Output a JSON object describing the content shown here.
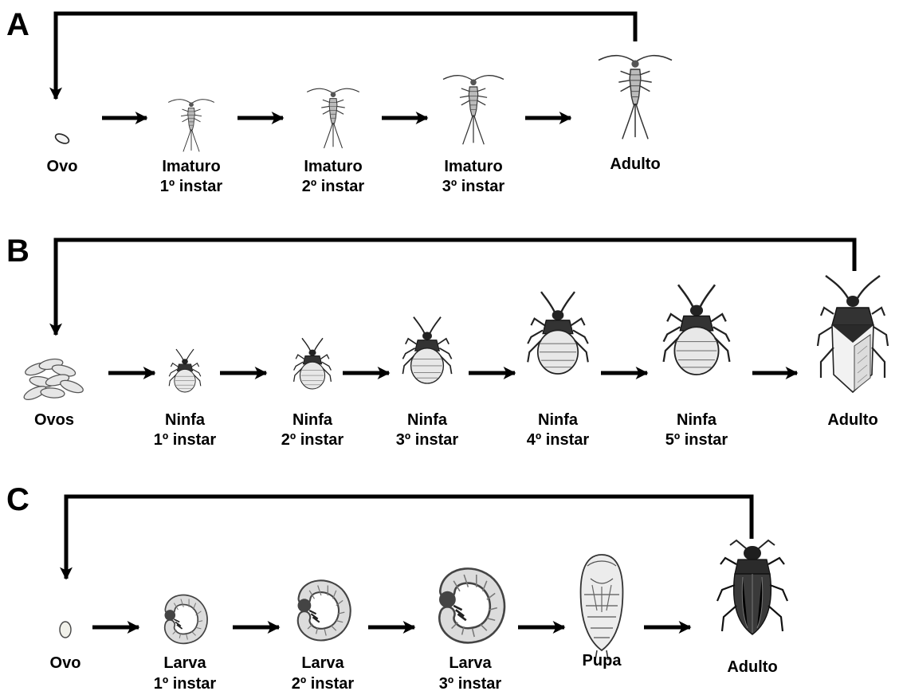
{
  "panels": [
    {
      "id": "A",
      "label": "A",
      "stages": [
        {
          "line1": "Ovo",
          "line2": "",
          "icon": "egg-icon"
        },
        {
          "line1": "Imaturo",
          "line2": "1º instar",
          "icon": "silverfish-immature-icon"
        },
        {
          "line1": "Imaturo",
          "line2": "2º instar",
          "icon": "silverfish-immature-icon"
        },
        {
          "line1": "Imaturo",
          "line2": "3º instar",
          "icon": "silverfish-immature-icon"
        },
        {
          "line1": "Adulto",
          "line2": "",
          "icon": "silverfish-adult-icon"
        }
      ]
    },
    {
      "id": "B",
      "label": "B",
      "stages": [
        {
          "line1": "Ovos",
          "line2": "",
          "icon": "eggs-cluster-icon"
        },
        {
          "line1": "Ninfa",
          "line2": "1º instar",
          "icon": "bug-nymph-icon"
        },
        {
          "line1": "Ninfa",
          "line2": "2º instar",
          "icon": "bug-nymph-icon"
        },
        {
          "line1": "Ninfa",
          "line2": "3º instar",
          "icon": "bug-nymph-icon"
        },
        {
          "line1": "Ninfa",
          "line2": "4º instar",
          "icon": "bug-nymph-icon"
        },
        {
          "line1": "Ninfa",
          "line2": "5º instar",
          "icon": "bug-nymph-icon"
        },
        {
          "line1": "Adulto",
          "line2": "",
          "icon": "true-bug-adult-icon"
        }
      ]
    },
    {
      "id": "C",
      "label": "C",
      "stages": [
        {
          "line1": "Ovo",
          "line2": "",
          "icon": "egg-icon"
        },
        {
          "line1": "Larva",
          "line2": "1º instar",
          "icon": "grub-larva-icon"
        },
        {
          "line1": "Larva",
          "line2": "2º instar",
          "icon": "grub-larva-icon"
        },
        {
          "line1": "Larva",
          "line2": "3º instar",
          "icon": "grub-larva-icon"
        },
        {
          "line1": "Pupa",
          "line2": "",
          "icon": "pupa-icon"
        },
        {
          "line1": "Adulto",
          "line2": "",
          "icon": "beetle-adult-icon"
        }
      ]
    }
  ]
}
